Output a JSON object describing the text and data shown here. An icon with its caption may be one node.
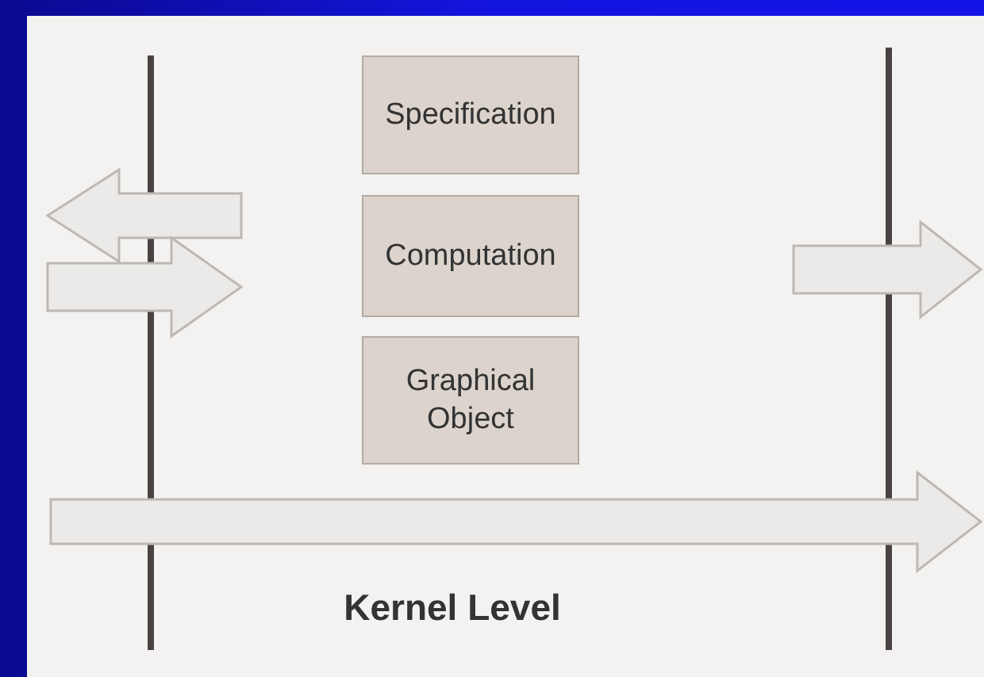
{
  "diagram": {
    "nodes": [
      {
        "text": [
          "Specification"
        ]
      },
      {
        "text": [
          "Computation"
        ]
      },
      {
        "text": [
          "Graphical Object"
        ]
      }
    ],
    "labels": [
      "Kernel Level"
    ]
  }
}
